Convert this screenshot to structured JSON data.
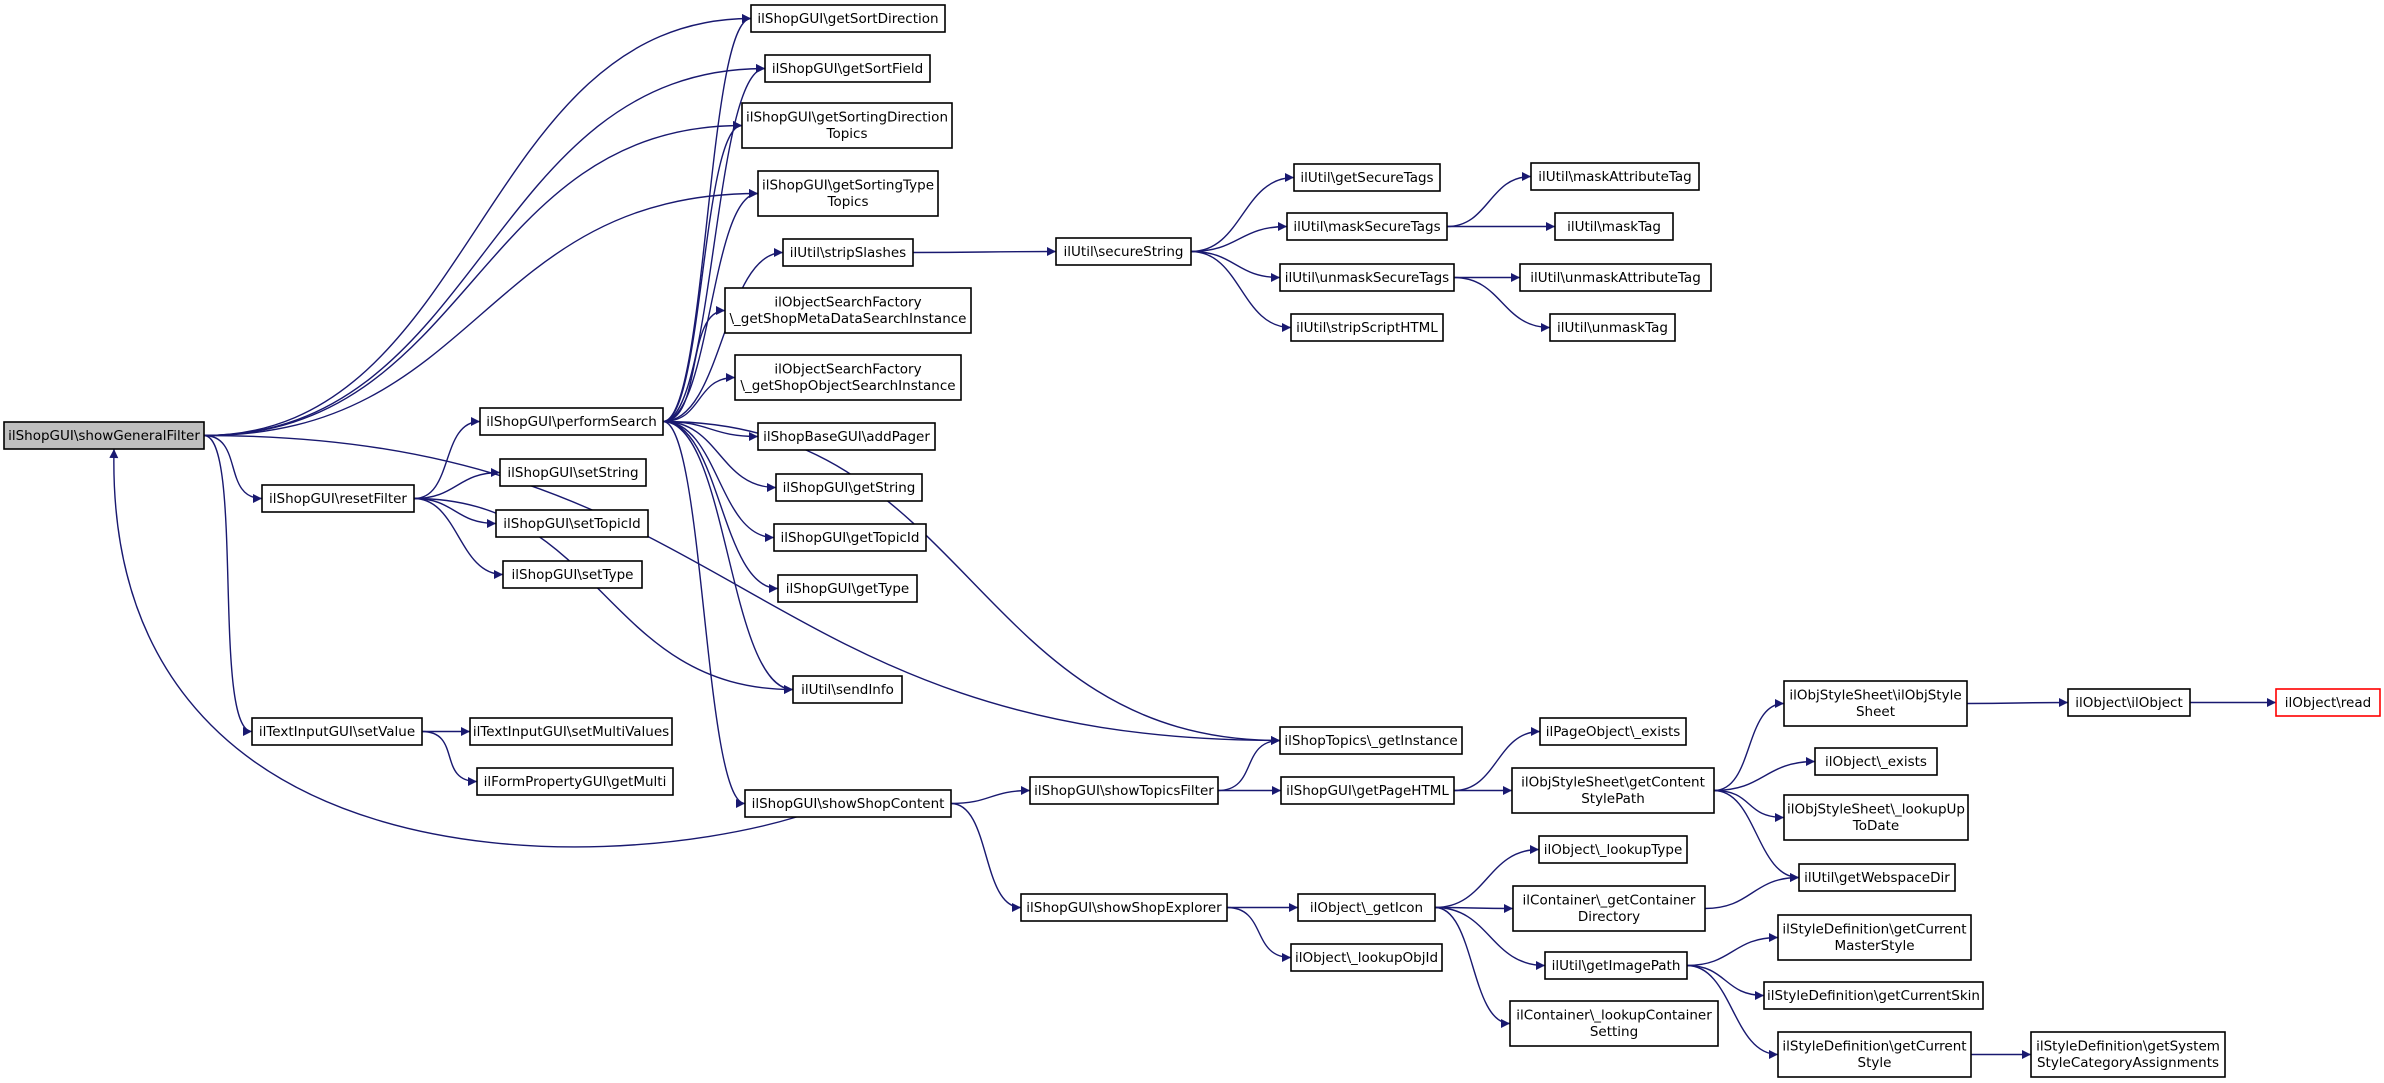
{
  "colors": {
    "edge": "#191970",
    "root_fill": "#bfbfbf",
    "external_border": "#ff0000",
    "node_border": "#000000"
  },
  "nodes": [
    {
      "id": "showGeneralFilter",
      "lines": [
        "ilShopGUI\\showGeneralFilter"
      ],
      "style": "root"
    },
    {
      "id": "getSortDirection",
      "lines": [
        "ilShopGUI\\getSortDirection"
      ]
    },
    {
      "id": "getSortField",
      "lines": [
        "ilShopGUI\\getSortField"
      ]
    },
    {
      "id": "getSortingDirectionTopics",
      "lines": [
        "ilShopGUI\\getSortingDirection",
        "Topics"
      ]
    },
    {
      "id": "getSortingTypeTopics",
      "lines": [
        "ilShopGUI\\getSortingType",
        "Topics"
      ]
    },
    {
      "id": "stripSlashes",
      "lines": [
        "ilUtil\\stripSlashes"
      ]
    },
    {
      "id": "getShopMetaDataSearchInstance",
      "lines": [
        "ilObjectSearchFactory",
        "\\_getShopMetaDataSearchInstance"
      ]
    },
    {
      "id": "getShopObjectSearchInstance",
      "lines": [
        "ilObjectSearchFactory",
        "\\_getShopObjectSearchInstance"
      ]
    },
    {
      "id": "performSearch",
      "lines": [
        "ilShopGUI\\performSearch"
      ]
    },
    {
      "id": "addPager",
      "lines": [
        "ilShopBaseGUI\\addPager"
      ]
    },
    {
      "id": "setString",
      "lines": [
        "ilShopGUI\\setString"
      ]
    },
    {
      "id": "getString",
      "lines": [
        "ilShopGUI\\getString"
      ]
    },
    {
      "id": "resetFilter",
      "lines": [
        "ilShopGUI\\resetFilter"
      ]
    },
    {
      "id": "setTopicId",
      "lines": [
        "ilShopGUI\\setTopicId"
      ]
    },
    {
      "id": "getTopicId",
      "lines": [
        "ilShopGUI\\getTopicId"
      ]
    },
    {
      "id": "setType",
      "lines": [
        "ilShopGUI\\setType"
      ]
    },
    {
      "id": "getType",
      "lines": [
        "ilShopGUI\\getType"
      ]
    },
    {
      "id": "sendInfo",
      "lines": [
        "ilUtil\\sendInfo"
      ]
    },
    {
      "id": "setValue",
      "lines": [
        "ilTextInputGUI\\setValue"
      ]
    },
    {
      "id": "setMultiValues",
      "lines": [
        "ilTextInputGUI\\setMultiValues"
      ]
    },
    {
      "id": "getMulti",
      "lines": [
        "ilFormPropertyGUI\\getMulti"
      ]
    },
    {
      "id": "showShopContent",
      "lines": [
        "ilShopGUI\\showShopContent"
      ]
    },
    {
      "id": "showTopicsFilter",
      "lines": [
        "ilShopGUI\\showTopicsFilter"
      ]
    },
    {
      "id": "getInstance",
      "lines": [
        "ilShopTopics\\_getInstance"
      ]
    },
    {
      "id": "getPageHTML",
      "lines": [
        "ilShopGUI\\getPageHTML"
      ]
    },
    {
      "id": "showShopExplorer",
      "lines": [
        "ilShopGUI\\showShopExplorer"
      ]
    },
    {
      "id": "getIcon",
      "lines": [
        "ilObject\\_getIcon"
      ]
    },
    {
      "id": "lookupObjId",
      "lines": [
        "ilObject\\_lookupObjId"
      ]
    },
    {
      "id": "secureString",
      "lines": [
        "ilUtil\\secureString"
      ]
    },
    {
      "id": "getSecureTags",
      "lines": [
        "ilUtil\\getSecureTags"
      ]
    },
    {
      "id": "maskSecureTags",
      "lines": [
        "ilUtil\\maskSecureTags"
      ]
    },
    {
      "id": "unmaskSecureTags",
      "lines": [
        "ilUtil\\unmaskSecureTags"
      ]
    },
    {
      "id": "stripScriptHTML",
      "lines": [
        "ilUtil\\stripScriptHTML"
      ]
    },
    {
      "id": "maskAttributeTag",
      "lines": [
        "ilUtil\\maskAttributeTag"
      ]
    },
    {
      "id": "maskTag",
      "lines": [
        "ilUtil\\maskTag"
      ]
    },
    {
      "id": "unmaskAttributeTag",
      "lines": [
        "ilUtil\\unmaskAttributeTag"
      ]
    },
    {
      "id": "unmaskTag",
      "lines": [
        "ilUtil\\unmaskTag"
      ]
    },
    {
      "id": "pageObjectExists",
      "lines": [
        "ilPageObject\\_exists"
      ]
    },
    {
      "id": "getContentStylePath",
      "lines": [
        "ilObjStyleSheet\\getContent",
        "StylePath"
      ]
    },
    {
      "id": "ilObjStyleSheetCtor",
      "lines": [
        "ilObjStyleSheet\\ilObjStyle",
        "Sheet"
      ]
    },
    {
      "id": "objectExists",
      "lines": [
        "ilObject\\_exists"
      ]
    },
    {
      "id": "lookupUpToDate",
      "lines": [
        "ilObjStyleSheet\\_lookupUp",
        "ToDate"
      ]
    },
    {
      "id": "getWebspaceDir",
      "lines": [
        "ilUtil\\getWebspaceDir"
      ]
    },
    {
      "id": "ilObjectCtor",
      "lines": [
        "ilObject\\ilObject"
      ]
    },
    {
      "id": "read",
      "lines": [
        "ilObject\\read"
      ],
      "style": "external"
    },
    {
      "id": "lookupType",
      "lines": [
        "ilObject\\_lookupType"
      ]
    },
    {
      "id": "getContainerDirectory",
      "lines": [
        "ilContainer\\_getContainer",
        "Directory"
      ]
    },
    {
      "id": "getImagePath",
      "lines": [
        "ilUtil\\getImagePath"
      ]
    },
    {
      "id": "lookupContainerSetting",
      "lines": [
        "ilContainer\\_lookupContainer",
        "Setting"
      ]
    },
    {
      "id": "getCurrentMasterStyle",
      "lines": [
        "ilStyleDefinition\\getCurrent",
        "MasterStyle"
      ]
    },
    {
      "id": "getCurrentSkin",
      "lines": [
        "ilStyleDefinition\\getCurrentSkin"
      ]
    },
    {
      "id": "getCurrentStyle",
      "lines": [
        "ilStyleDefinition\\getCurrent",
        "Style"
      ]
    },
    {
      "id": "getSystemStyleCategoryAssignments",
      "lines": [
        "ilStyleDefinition\\getSystem",
        "StyleCategoryAssignments"
      ]
    }
  ],
  "edges": [
    [
      "showGeneralFilter",
      "getSortDirection"
    ],
    [
      "showGeneralFilter",
      "getSortField"
    ],
    [
      "showGeneralFilter",
      "getSortingDirectionTopics"
    ],
    [
      "showGeneralFilter",
      "getSortingTypeTopics"
    ],
    [
      "showGeneralFilter",
      "resetFilter"
    ],
    [
      "showGeneralFilter",
      "setValue"
    ],
    [
      "showGeneralFilter",
      "getInstance"
    ],
    [
      "performSearch",
      "getSortDirection"
    ],
    [
      "performSearch",
      "getSortField"
    ],
    [
      "performSearch",
      "getSortingDirectionTopics"
    ],
    [
      "performSearch",
      "getSortingTypeTopics"
    ],
    [
      "performSearch",
      "stripSlashes"
    ],
    [
      "performSearch",
      "getShopMetaDataSearchInstance"
    ],
    [
      "performSearch",
      "getShopObjectSearchInstance"
    ],
    [
      "performSearch",
      "addPager"
    ],
    [
      "performSearch",
      "getString"
    ],
    [
      "performSearch",
      "getTopicId"
    ],
    [
      "performSearch",
      "getType"
    ],
    [
      "performSearch",
      "sendInfo"
    ],
    [
      "performSearch",
      "getInstance"
    ],
    [
      "performSearch",
      "showShopContent"
    ],
    [
      "resetFilter",
      "performSearch"
    ],
    [
      "resetFilter",
      "setString"
    ],
    [
      "resetFilter",
      "setTopicId"
    ],
    [
      "resetFilter",
      "setType"
    ],
    [
      "resetFilter",
      "sendInfo"
    ],
    [
      "setValue",
      "setMultiValues"
    ],
    [
      "setValue",
      "getMulti"
    ],
    [
      "showShopContent",
      "showGeneralFilter"
    ],
    [
      "showShopContent",
      "showTopicsFilter"
    ],
    [
      "showShopContent",
      "showShopExplorer"
    ],
    [
      "showTopicsFilter",
      "getInstance"
    ],
    [
      "showTopicsFilter",
      "getPageHTML"
    ],
    [
      "getPageHTML",
      "pageObjectExists"
    ],
    [
      "getPageHTML",
      "getContentStylePath"
    ],
    [
      "getContentStylePath",
      "ilObjStyleSheetCtor"
    ],
    [
      "getContentStylePath",
      "objectExists"
    ],
    [
      "getContentStylePath",
      "lookupUpToDate"
    ],
    [
      "getContentStylePath",
      "getWebspaceDir"
    ],
    [
      "ilObjStyleSheetCtor",
      "ilObjectCtor"
    ],
    [
      "ilObjectCtor",
      "read"
    ],
    [
      "showShopExplorer",
      "getIcon"
    ],
    [
      "showShopExplorer",
      "lookupObjId"
    ],
    [
      "getIcon",
      "lookupType"
    ],
    [
      "getIcon",
      "getContainerDirectory"
    ],
    [
      "getIcon",
      "getImagePath"
    ],
    [
      "getIcon",
      "lookupContainerSetting"
    ],
    [
      "getContainerDirectory",
      "getWebspaceDir"
    ],
    [
      "getImagePath",
      "getCurrentMasterStyle"
    ],
    [
      "getImagePath",
      "getCurrentSkin"
    ],
    [
      "getImagePath",
      "getCurrentStyle"
    ],
    [
      "getCurrentStyle",
      "getSystemStyleCategoryAssignments"
    ],
    [
      "stripSlashes",
      "secureString"
    ],
    [
      "secureString",
      "getSecureTags"
    ],
    [
      "secureString",
      "maskSecureTags"
    ],
    [
      "secureString",
      "unmaskSecureTags"
    ],
    [
      "secureString",
      "stripScriptHTML"
    ],
    [
      "maskSecureTags",
      "maskAttributeTag"
    ],
    [
      "maskSecureTags",
      "maskTag"
    ],
    [
      "unmaskSecureTags",
      "unmaskAttributeTag"
    ],
    [
      "unmaskSecureTags",
      "unmaskTag"
    ]
  ]
}
